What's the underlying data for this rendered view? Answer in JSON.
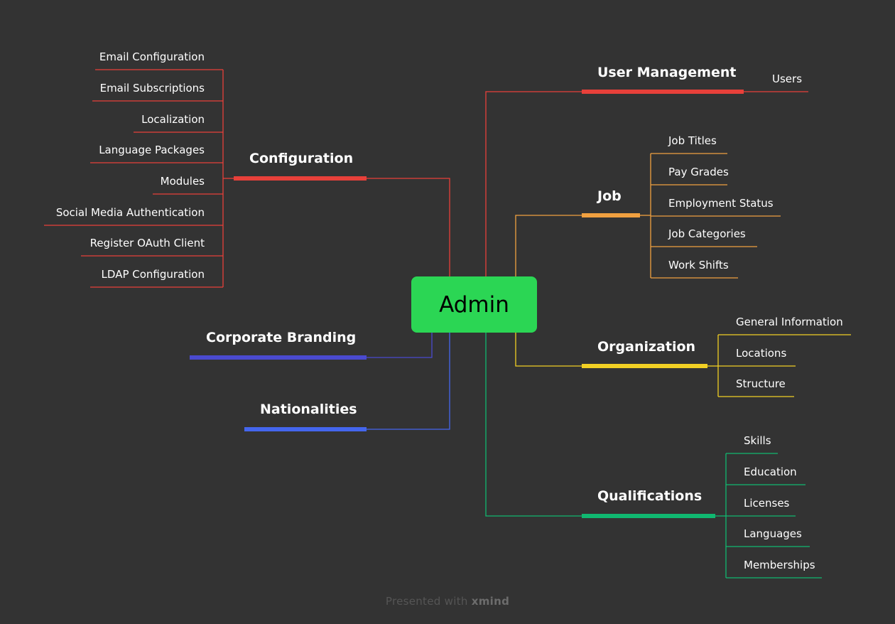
{
  "root": {
    "label": "Admin",
    "color": "#2bd654"
  },
  "branches": {
    "configuration": {
      "label": "Configuration",
      "color": "#e8403a",
      "children": [
        "Email Configuration",
        "Email Subscriptions",
        "Localization",
        "Language Packages",
        "Modules",
        "Social Media Authentication",
        "Register OAuth Client",
        "LDAP Configuration"
      ]
    },
    "corporate_branding": {
      "label": "Corporate Branding",
      "color": "#4a4acf",
      "children": []
    },
    "nationalities": {
      "label": "Nationalities",
      "color": "#4466ee",
      "children": []
    },
    "user_management": {
      "label": "User Management",
      "color": "#e8403a",
      "children": [
        "Users"
      ]
    },
    "job": {
      "label": "Job",
      "color": "#f0a040",
      "children": [
        "Job Titles",
        "Pay Grades",
        "Employment Status",
        "Job Categories",
        "Work Shifts"
      ]
    },
    "organization": {
      "label": "Organization",
      "color": "#f2d024",
      "children": [
        "General Information",
        "Locations",
        "Structure"
      ]
    },
    "qualifications": {
      "label": "Qualifications",
      "color": "#10b870",
      "children": [
        "Skills",
        "Education",
        "Licenses",
        "Languages",
        "Memberships"
      ]
    }
  },
  "footer": {
    "prefix": "Presented with",
    "brand": "xmind"
  }
}
